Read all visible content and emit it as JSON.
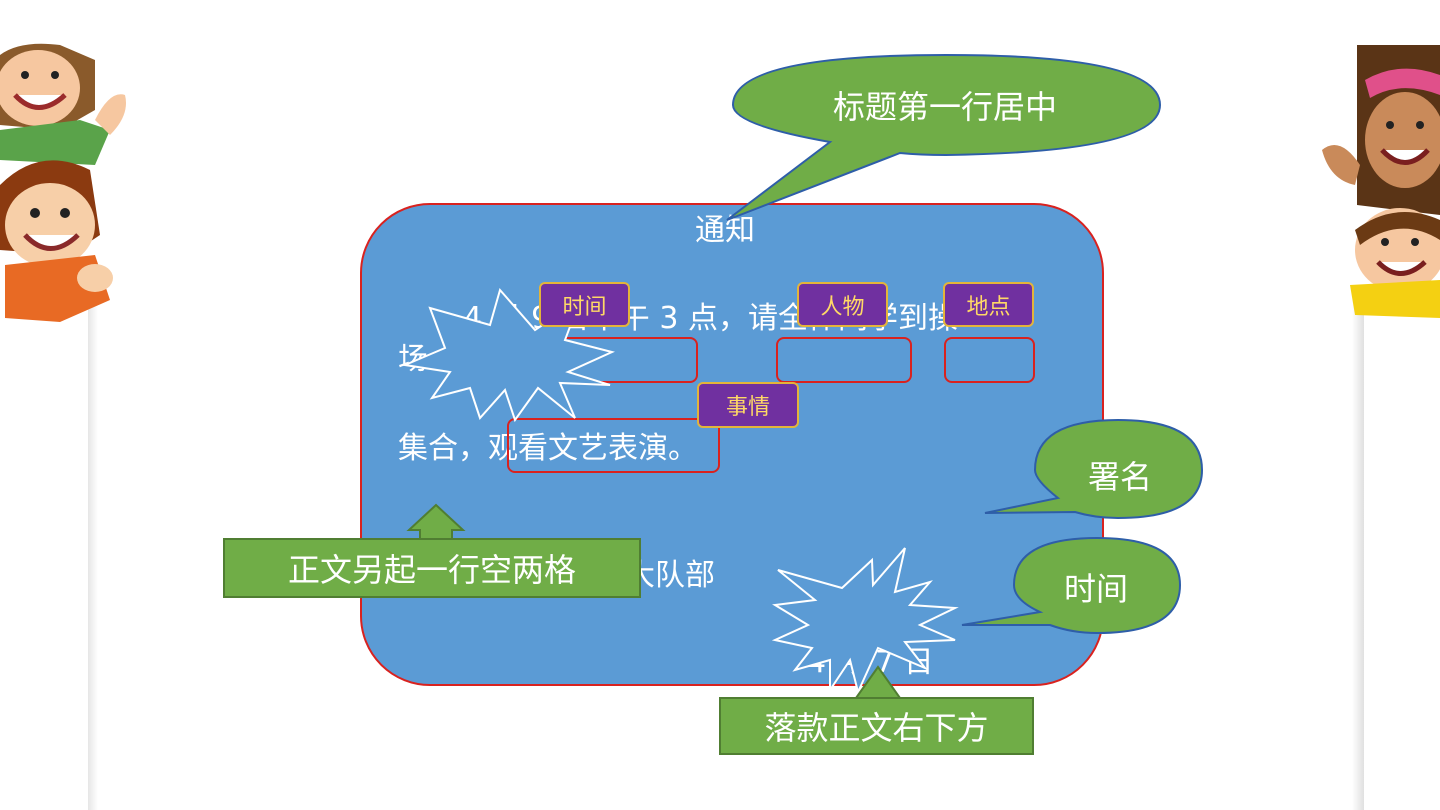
{
  "notice": {
    "title": "通知",
    "line1": "4 月 9 日下午 3 点，请全体同学到操",
    "line2_start": "场",
    "line3": "集合，观看文艺表演。",
    "sign_tail": "大队部",
    "date": "4 月 7 日"
  },
  "tags": {
    "time": "时间",
    "people": "人物",
    "place": "地点",
    "event": "事情"
  },
  "callouts": {
    "title_center": "标题第一行居中",
    "signature": "署名",
    "time": "时间"
  },
  "labels": {
    "body_indent": "正文另起一行空两格",
    "sign_position": "落款正文右下方"
  },
  "colors": {
    "card_fill": "#5b9bd5",
    "card_border": "#d9221f",
    "green": "#70ad47",
    "tag_fill": "#7030a0",
    "tag_text": "#ffd966"
  }
}
